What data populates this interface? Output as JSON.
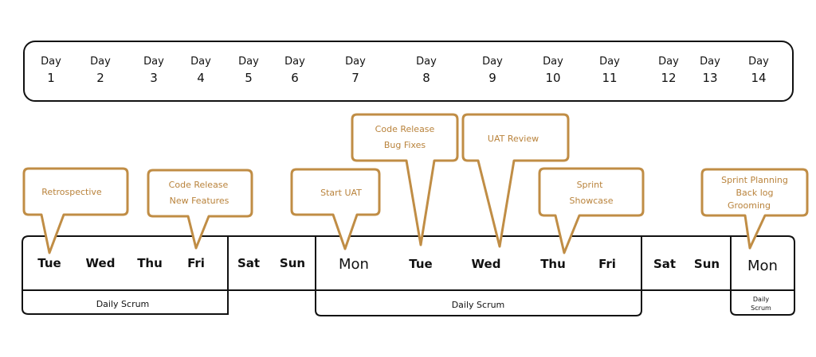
{
  "sprint_days": [
    {
      "label": "Day",
      "num": "1"
    },
    {
      "label": "Day",
      "num": "2"
    },
    {
      "label": "Day",
      "num": "3"
    },
    {
      "label": "Day",
      "num": "4"
    },
    {
      "label": "Day",
      "num": "5"
    },
    {
      "label": "Day",
      "num": "6"
    },
    {
      "label": "Day",
      "num": "7"
    },
    {
      "label": "Day",
      "num": "8"
    },
    {
      "label": "Day",
      "num": "9"
    },
    {
      "label": "Day",
      "num": "10"
    },
    {
      "label": "Day",
      "num": "11"
    },
    {
      "label": "Day",
      "num": "12"
    },
    {
      "label": "Day",
      "num": "13"
    },
    {
      "label": "Day",
      "num": "14"
    }
  ],
  "weekdays": [
    "Tue",
    "Wed",
    "Thu",
    "Fri",
    "Sat",
    "Sun",
    "Mon",
    "Tue",
    "Wed",
    "Thu",
    "Fri",
    "Sat",
    "Sun",
    "Mon"
  ],
  "scrum": {
    "label1": "Daily Scrum",
    "label2": "Daily Scrum",
    "label3a": "Daily",
    "label3b": "Scrum"
  },
  "callouts": [
    {
      "lines": [
        "Retrospective"
      ]
    },
    {
      "lines": [
        "Code Release",
        "New Features"
      ]
    },
    {
      "lines": [
        "Start UAT"
      ]
    },
    {
      "lines": [
        "Code Release",
        "Bug Fixes"
      ]
    },
    {
      "lines": [
        "UAT Review"
      ]
    },
    {
      "lines": [
        "Sprint",
        "Showcase"
      ]
    },
    {
      "lines": [
        "Sprint Planning",
        "Back log",
        "Grooming"
      ]
    }
  ],
  "colors": {
    "accent": "#c08d45",
    "ink": "#111111"
  }
}
